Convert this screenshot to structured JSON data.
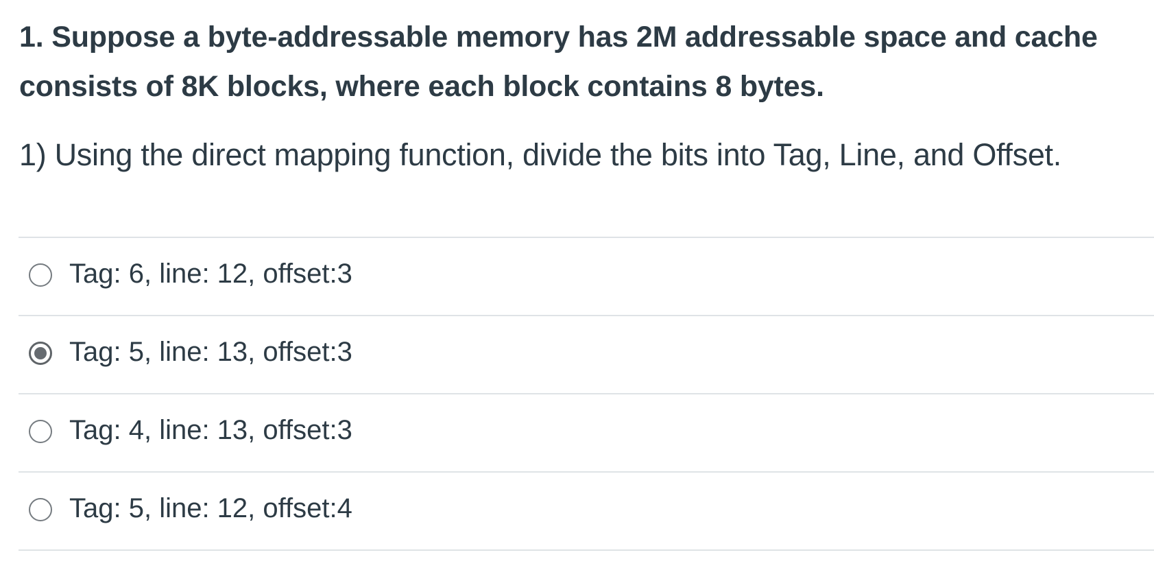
{
  "question": {
    "title": "1. Suppose a byte-addressable memory has 2M addressable space and cache consists of 8K blocks, where each block contains 8 bytes.",
    "prompt": "1) Using the direct mapping function, divide the bits into Tag, Line, and Offset."
  },
  "answers": [
    {
      "label": "Tag: 6, line: 12, offset:3",
      "selected": false
    },
    {
      "label": "Tag: 5, line: 13, offset:3",
      "selected": true
    },
    {
      "label": "Tag: 4, line: 13, offset:3",
      "selected": false
    },
    {
      "label": "Tag: 5, line: 12, offset:4",
      "selected": false
    }
  ]
}
